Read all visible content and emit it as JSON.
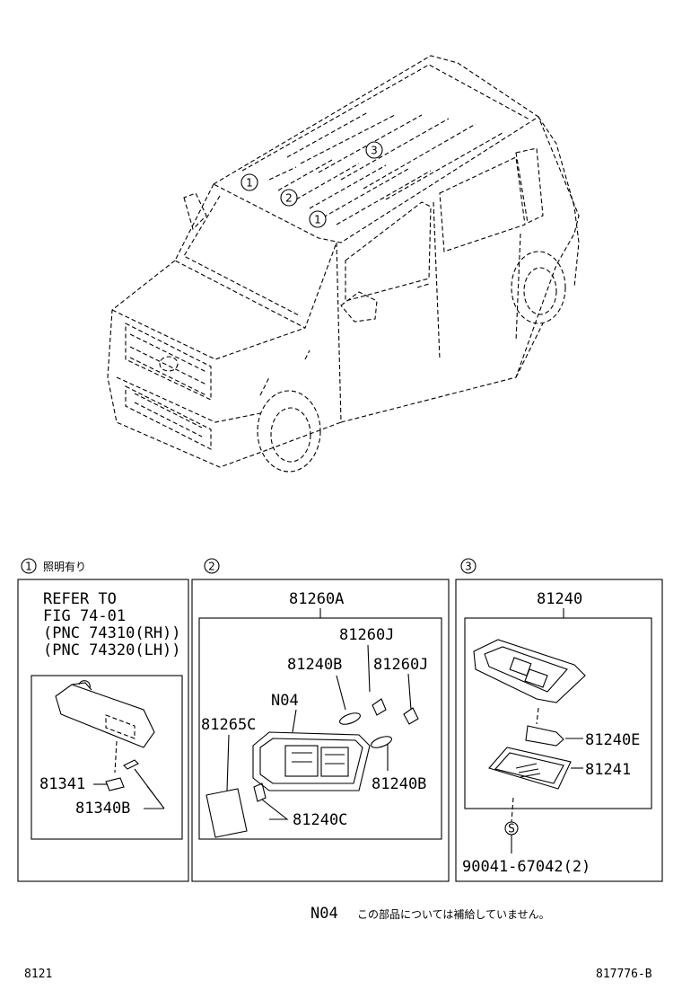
{
  "vehicle_callouts": [
    "1",
    "2",
    "3",
    "1"
  ],
  "sections": [
    {
      "number": "1",
      "heading": "照明有り",
      "refer": [
        "REFER TO",
        "FIG 74-01",
        "(PNC 74310(RH))",
        "(PNC 74320(LH))"
      ],
      "parts": [
        "81341",
        "81340B"
      ]
    },
    {
      "number": "2",
      "heading": "",
      "assembly": "81260A",
      "parts": [
        "81260J",
        "81240B",
        "81260J",
        "N04",
        "81265C",
        "81240B",
        "81240C"
      ]
    },
    {
      "number": "3",
      "heading": "",
      "assembly": "81240",
      "parts": [
        "81240E",
        "81241"
      ],
      "fastener_symbol": "S",
      "fastener": "90041-67042(2)"
    }
  ],
  "note": {
    "code": "N04",
    "text": "この部品については補給していません。"
  },
  "footer": {
    "left": "8121",
    "right": "817776-B"
  }
}
